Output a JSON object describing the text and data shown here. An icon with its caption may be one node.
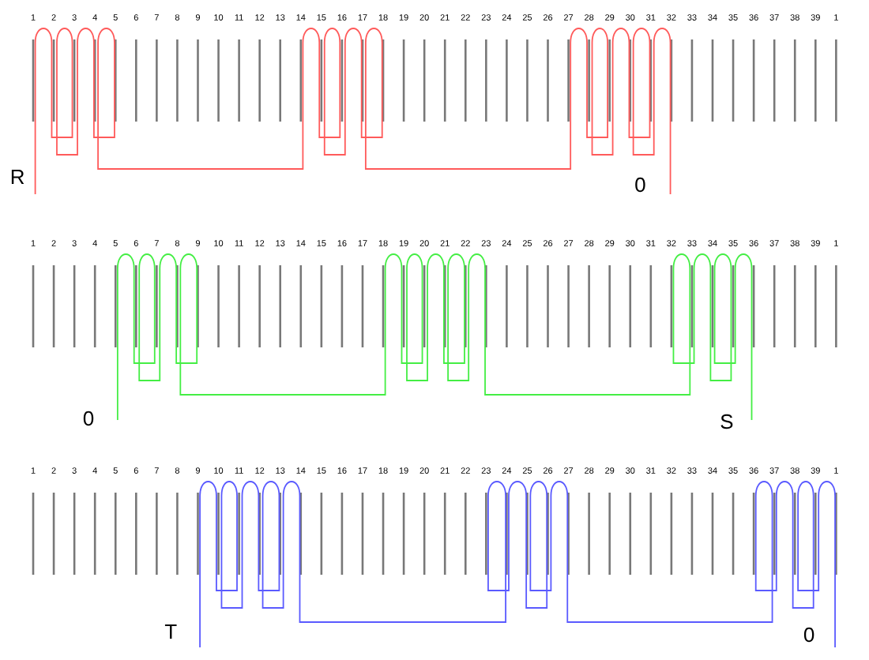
{
  "diagram": {
    "labels": [
      "1",
      "2",
      "3",
      "4",
      "5",
      "6",
      "7",
      "8",
      "9",
      "10",
      "11",
      "12",
      "13",
      "14",
      "15",
      "16",
      "17",
      "18",
      "19",
      "20",
      "21",
      "22",
      "23",
      "24",
      "25",
      "26",
      "27",
      "28",
      "29",
      "30",
      "31",
      "32",
      "33",
      "34",
      "35",
      "36",
      "37",
      "38",
      "39",
      "1",
      "R",
      "0",
      "1",
      "2",
      "3",
      "4",
      "5",
      "6",
      "7",
      "8",
      "9",
      "10",
      "11",
      "12",
      "13",
      "14",
      "15",
      "16",
      "17",
      "18",
      "19",
      "20",
      "21",
      "22",
      "23",
      "24",
      "25",
      "26",
      "27",
      "28",
      "29",
      "30",
      "31",
      "32",
      "33",
      "34",
      "35",
      "36",
      "37",
      "38",
      "39",
      "1",
      "0",
      "S",
      "1",
      "2",
      "3",
      "4",
      "5",
      "6",
      "7",
      "8",
      "9",
      "10",
      "11",
      "12",
      "13",
      "14",
      "15",
      "16",
      "17",
      "18",
      "19",
      "20",
      "21",
      "22",
      "23",
      "24",
      "25",
      "26",
      "27",
      "28",
      "29",
      "30",
      "31",
      "32",
      "33",
      "34",
      "35",
      "36",
      "37",
      "38",
      "39",
      "1",
      "T",
      "0"
    ]
  }
}
